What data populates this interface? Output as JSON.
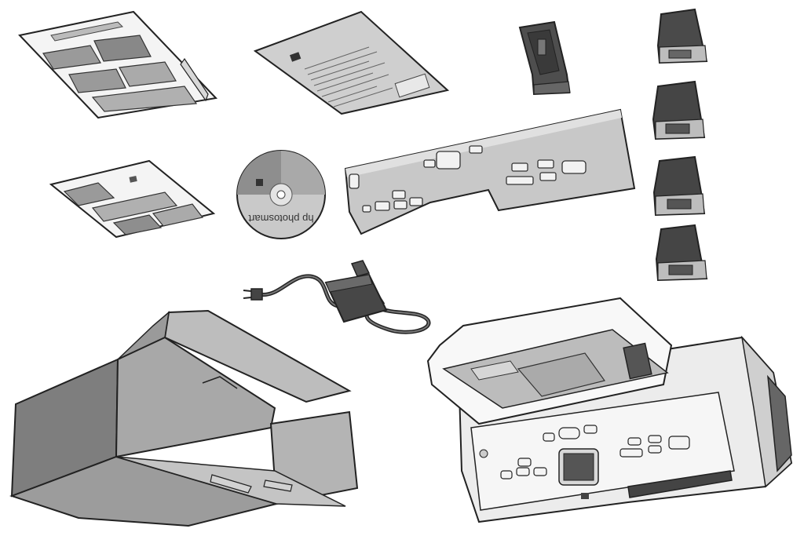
{
  "cd_label": "hp photosmart",
  "colors": {
    "outline": "#222222",
    "dark": "#4a4a4a",
    "mid": "#8a8a8a",
    "light": "#c4c4c4",
    "paper": "#f2f2f2"
  },
  "items": [
    "photo-paper-sample-large",
    "photo-paper-sample-small",
    "setup-instructions-sheet",
    "cartridge-protector",
    "print-cartridges",
    "control-panel-overlay",
    "software-cd",
    "power-cord-and-adapter",
    "shipping-box",
    "photo-printer"
  ]
}
